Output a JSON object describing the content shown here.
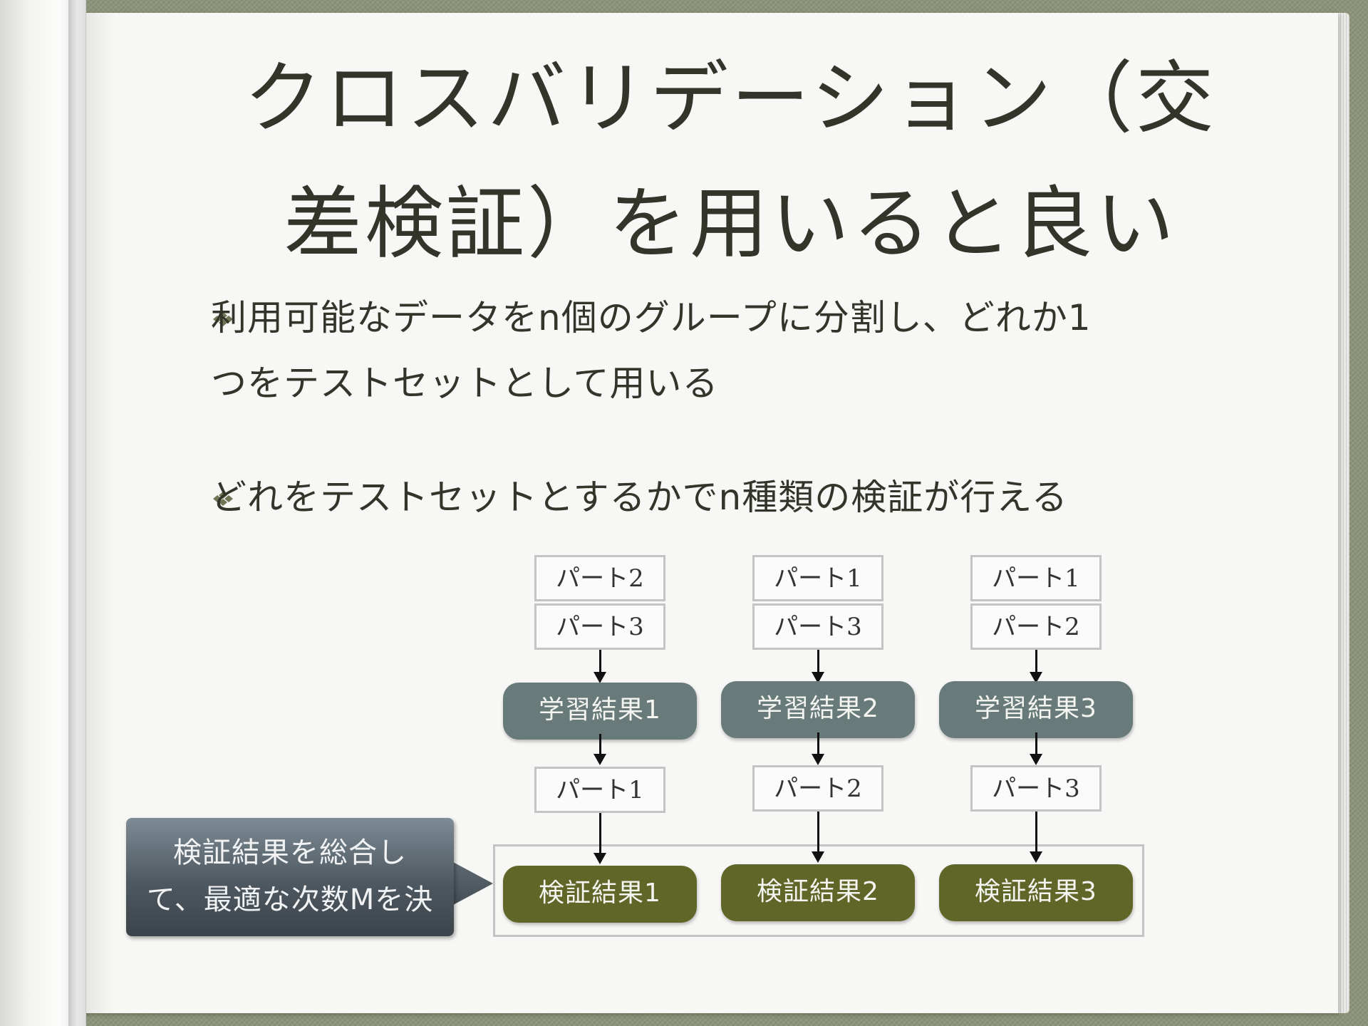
{
  "title": {
    "line1": "クロスバリデーション（交",
    "line2": "差検証）を用いると良い"
  },
  "bullets": [
    {
      "line1": "利用可能なデータをn個のグループに分割し、どれか1",
      "line2": "つをテストセットとして用いる"
    },
    {
      "line1": "どれをテストセットとするかでn種類の検証が行える"
    }
  ],
  "diagram": {
    "columns": [
      {
        "train_parts": [
          "パート2",
          "パート3"
        ],
        "learn": "学習結果1",
        "test_part": "パート1",
        "verify": "検証結果1"
      },
      {
        "train_parts": [
          "パート1",
          "パート3"
        ],
        "learn": "学習結果2",
        "test_part": "パート2",
        "verify": "検証結果2"
      },
      {
        "train_parts": [
          "パート1",
          "パート2"
        ],
        "learn": "学習結果3",
        "test_part": "パート3",
        "verify": "検証結果3"
      }
    ],
    "callout": {
      "line1": "検証結果を総合し",
      "line2": "て、最適な次数Mを決"
    }
  },
  "colors": {
    "learn_pill": "#687b7a",
    "verify_pill": "#5f6628",
    "callout": "#4e5860",
    "text": "#33352a",
    "frame": "#8c9479"
  }
}
